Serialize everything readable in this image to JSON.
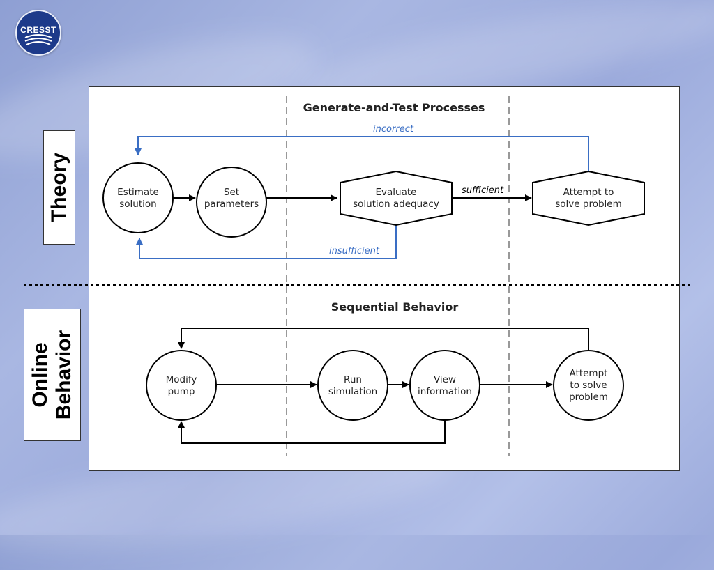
{
  "logo": {
    "text": "CRESST",
    "icon": "cresst-logo-icon"
  },
  "side_labels": {
    "theory": "Theory",
    "online_line1": "Online",
    "online_line2": "Behavior"
  },
  "theory": {
    "title": "Generate-and-Test Processes",
    "nodes": {
      "estimate": [
        "Estimate",
        "solution"
      ],
      "set_params": [
        "Set",
        "parameters"
      ],
      "evaluate": [
        "Evaluate",
        "solution adequacy"
      ],
      "attempt": [
        "Attempt to",
        "solve problem"
      ]
    },
    "edge_labels": {
      "incorrect": "incorrect",
      "sufficient": "sufficient",
      "insufficient": "insufficient"
    }
  },
  "behavior": {
    "title": "Sequential Behavior",
    "nodes": {
      "modify": [
        "Modify",
        "pump"
      ],
      "run": [
        "Run",
        "simulation"
      ],
      "view": [
        "View",
        "information"
      ],
      "attempt": [
        "Attempt",
        "to solve",
        "problem"
      ]
    }
  },
  "colors": {
    "feedback_arrow": "#3a6ec4",
    "arrow": "#000000",
    "dash_divider": "#999999",
    "panel_border": "#333333"
  }
}
